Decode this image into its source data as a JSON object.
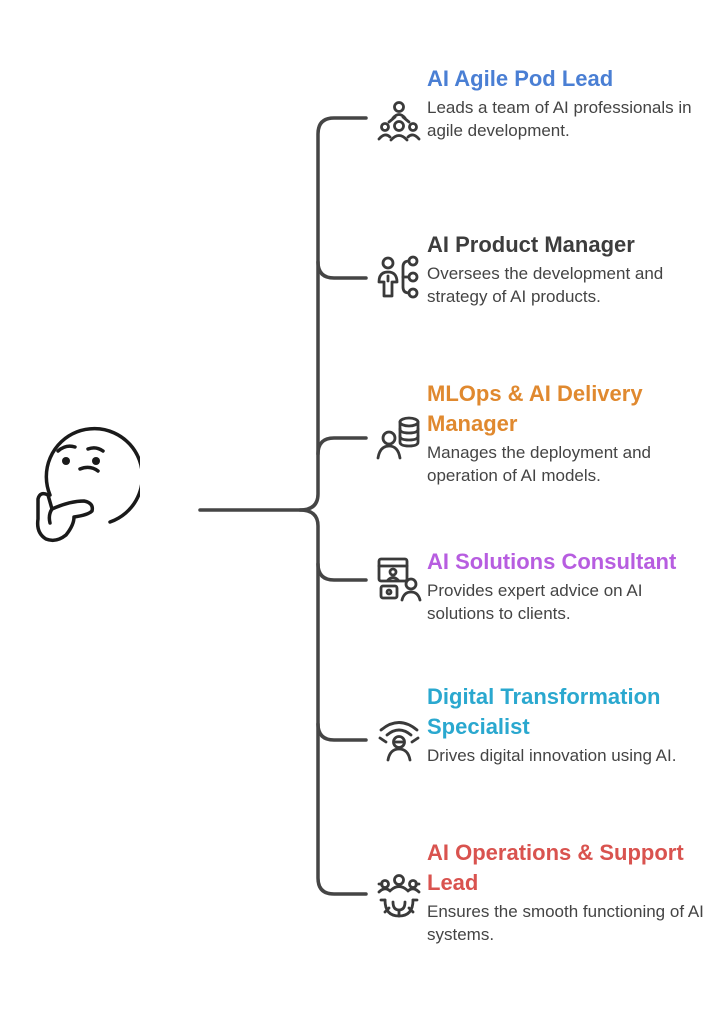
{
  "colors": {
    "connector": "#454545",
    "icon": "#3a3a3a",
    "emoji": "#1a1a1a"
  },
  "central": {
    "icon": "thinking-face-icon"
  },
  "roles": [
    {
      "title": "AI Agile Pod Lead",
      "description": "Leads a team of AI professionals in agile development.",
      "color": "#4a7fd4",
      "icon": "team-lead-icon"
    },
    {
      "title": "AI Product Manager",
      "description": "Oversees the development and strategy of AI products.",
      "color": "#3d3d3d",
      "icon": "product-manager-icon"
    },
    {
      "title": "MLOps & AI Delivery Manager",
      "description": "Manages the deployment and operation of AI models.",
      "color": "#e0892f",
      "icon": "delivery-manager-icon"
    },
    {
      "title": "AI Solutions Consultant",
      "description": "Provides expert advice on AI solutions to clients.",
      "color": "#b75de0",
      "icon": "consultant-icon"
    },
    {
      "title": "Digital Transformation Specialist",
      "description": "Drives digital innovation using AI.",
      "color": "#2aa8cf",
      "icon": "transformation-specialist-icon"
    },
    {
      "title": "AI Operations & Support Lead",
      "description": "Ensures the smooth functioning of AI systems.",
      "color": "#d9534f",
      "icon": "operations-lead-icon"
    }
  ]
}
